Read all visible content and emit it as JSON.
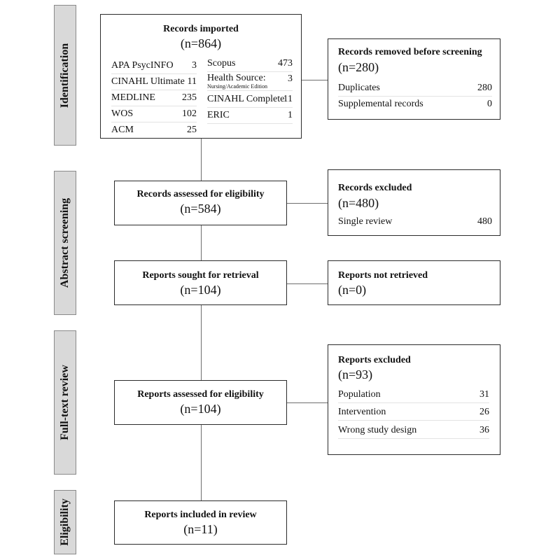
{
  "phases": {
    "identification": "Identification",
    "abstract_screening": "Abstract screening",
    "full_text_review": "Full-text review",
    "eligibility": "Eligibility"
  },
  "imported": {
    "title": "Records imported",
    "count": "(n=864)",
    "left_sources": [
      {
        "name": "APA PsycINFO",
        "value": "3"
      },
      {
        "name": "CINAHL Ultimate",
        "value": "11"
      },
      {
        "name": "MEDLINE",
        "value": "235"
      },
      {
        "name": "WOS",
        "value": "102"
      },
      {
        "name": "ACM",
        "value": "25"
      }
    ],
    "right_sources": [
      {
        "name": "Scopus",
        "value": "473"
      },
      {
        "name": "Health Source:",
        "subname": "Nursing/Academic Edition",
        "value": "3"
      },
      {
        "name": "CINAHL Complete",
        "value": "11"
      },
      {
        "name": "ERIC",
        "value": "1"
      }
    ]
  },
  "removed": {
    "title": "Records removed before screening",
    "count": "(n=280)",
    "rows": [
      {
        "name": "Duplicates",
        "value": "280"
      },
      {
        "name": "Supplemental records",
        "value": "0"
      }
    ]
  },
  "assessed_abstract": {
    "title": "Records assessed for eligibility",
    "count": "(n=584)"
  },
  "excluded_records": {
    "title": "Records excluded",
    "count": "(n=480)",
    "rows": [
      {
        "name": "Single review",
        "value": "480"
      }
    ]
  },
  "sought": {
    "title": "Reports sought for retrieval",
    "count": "(n=104)"
  },
  "not_retrieved": {
    "title": "Reports not retrieved",
    "count": "(n=0)"
  },
  "assessed_full": {
    "title": "Reports assessed for eligibility",
    "count": "(n=104)"
  },
  "excluded_reports": {
    "title": "Reports excluded",
    "count": "(n=93)",
    "rows": [
      {
        "name": "Population",
        "value": "31"
      },
      {
        "name": "Intervention",
        "value": "26"
      },
      {
        "name": "Wrong study design",
        "value": "36"
      }
    ]
  },
  "included": {
    "title": "Reports included in review",
    "count": "(n=11)"
  }
}
